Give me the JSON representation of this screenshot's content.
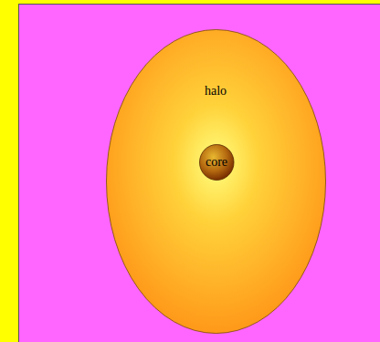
{
  "diagram": {
    "nodes": [
      {
        "text": [
          "halo"
        ]
      },
      {
        "text": [
          "core"
        ],
        "in": 0
      }
    ]
  }
}
